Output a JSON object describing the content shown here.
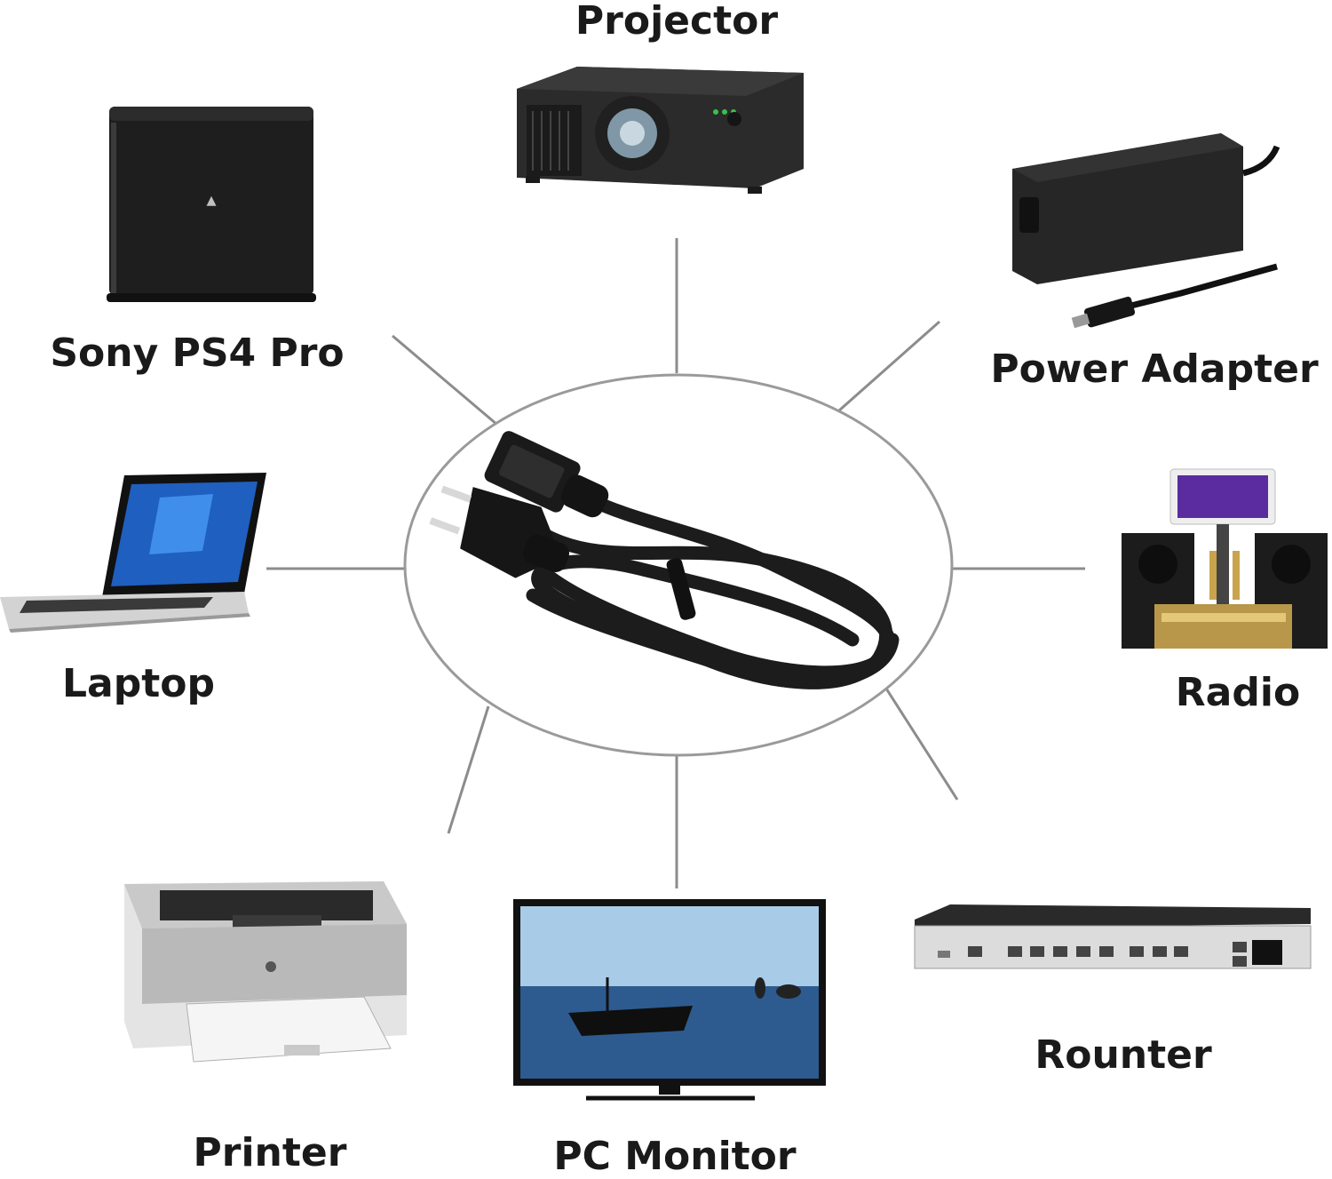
{
  "colors": {
    "line": "#8c8c8c",
    "device": "#2b2b2b",
    "label": "#1a1a1a"
  },
  "center": {
    "name": "power-cord",
    "icon": "power-cable-icon"
  },
  "devices": [
    {
      "key": "projector",
      "label": "Projector",
      "icon": "projector-icon"
    },
    {
      "key": "power-adapter",
      "label": "Power Adapter",
      "icon": "power-adapter-icon"
    },
    {
      "key": "ps4",
      "label": "Sony PS4 Pro",
      "icon": "game-console-icon"
    },
    {
      "key": "laptop",
      "label": "Laptop",
      "icon": "laptop-icon"
    },
    {
      "key": "radio",
      "label": "Radio",
      "icon": "radio-speakers-icon"
    },
    {
      "key": "printer",
      "label": "Printer",
      "icon": "printer-icon"
    },
    {
      "key": "monitor",
      "label": "PC Monitor",
      "icon": "monitor-icon"
    },
    {
      "key": "router",
      "label": "Rounter",
      "icon": "router-icon"
    }
  ]
}
